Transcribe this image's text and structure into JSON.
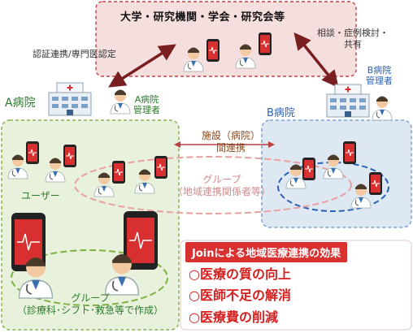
{
  "top_box": {
    "title": "大学・研究機関・学会・研究会等"
  },
  "labels": {
    "auth": "認証連携/専門医認定",
    "consult_line1": "相談・症例検討・",
    "consult_line2": "共有",
    "hospital_a": "A病院",
    "hospital_b": "B病院",
    "manager_a_line1": "A病院",
    "manager_a_line2": "管理者",
    "manager_b_line1": "B病院",
    "manager_b_line2": "管理者",
    "facility_line1": "施設（病院）",
    "facility_line2": "間連携",
    "user": "ユーザー",
    "regional_line1": "グループ",
    "regional_line2": "（地域連携関係者等）",
    "group_line1": "グループ",
    "group_line2": "（診療科･シフト･救急等で作成）"
  },
  "effects": {
    "heading": "Joinによる地域医療連携の効果",
    "items": [
      "○医療の質の向上",
      "○医師不足の解消",
      "○医療費の削減"
    ]
  },
  "colors": {
    "hospital_a_bg": "#e8f1dc",
    "hospital_b_bg": "#dde8f3",
    "top_bg": "#f5dede",
    "accent_red": "#d93030",
    "arrow": "#7a1f1f"
  }
}
